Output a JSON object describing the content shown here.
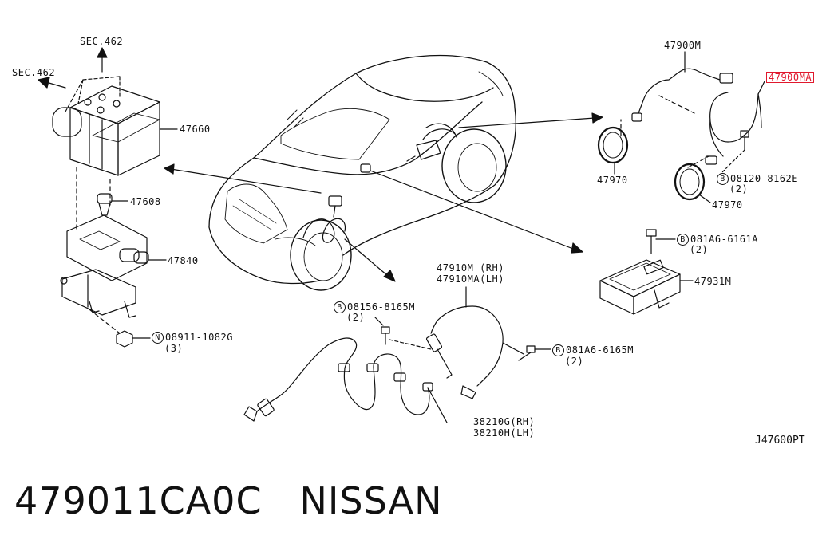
{
  "callouts": {
    "sec_462_top": "SEC.462",
    "sec_462_left": "SEC.462",
    "p47660": "47660",
    "p47608": "47608",
    "p47840": "47840",
    "p08911": "08911-1082G",
    "p08911_qty": "(3)",
    "p08156": "08156-8165M",
    "p08156_qty": "(2)",
    "p47910m_rh": "47910M (RH)",
    "p47910ma_lh": "47910MA(LH)",
    "p38210g_rh": "38210G(RH)",
    "p38210h_lh": "38210H(LH)",
    "p081a6_6165m": "081A6-6165M",
    "p081a6_6165m_qty": "(2)",
    "p47931m": "47931M",
    "p081a6_6161a": "081A6-6161A",
    "p081a6_6161a_qty": "(2)",
    "p47900m": "47900M",
    "p47900ma": "47900MA",
    "p47970_a": "47970",
    "p47970_b": "47970",
    "p08120": "08120-8162E",
    "p08120_qty": "(2)",
    "bolt_mark_b": "B",
    "nut_mark_n": "N"
  },
  "reference_code": "J47600PT",
  "footer": {
    "part_number": "479011CA0C",
    "brand": "NISSAN"
  },
  "colors": {
    "line": "#111111",
    "highlight": "#e0182d",
    "background": "#ffffff"
  }
}
